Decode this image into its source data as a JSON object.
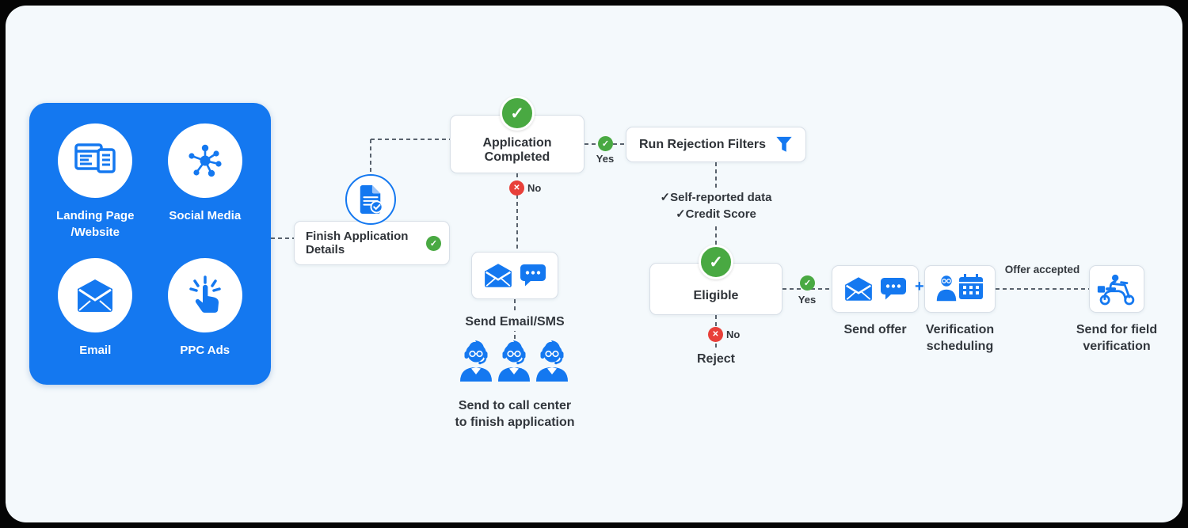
{
  "colors": {
    "blue": "#1478F0",
    "green": "#49A942",
    "red": "#E8403A",
    "background": "#F4F9FC"
  },
  "icons": {
    "check_glyph": "✓",
    "cross_glyph": "✕",
    "plus_glyph": "+"
  },
  "branch": {
    "yes": "Yes",
    "no": "No"
  },
  "sources_panel": {
    "items": [
      {
        "id": "landing-page",
        "label": "Landing Page\n/Website",
        "icon": "browser-icon"
      },
      {
        "id": "social-media",
        "label": "Social Media",
        "icon": "share-network-icon"
      },
      {
        "id": "email",
        "label": "Email",
        "icon": "envelope-icon"
      },
      {
        "id": "ppc-ads",
        "label": "PPC Ads",
        "icon": "tap-click-icon"
      }
    ]
  },
  "nodes": {
    "finish_application": {
      "label": "Finish Application Details"
    },
    "application_completed": {
      "label": "Application\nCompleted"
    },
    "run_rejection_filters": {
      "label": "Run Rejection Filters"
    },
    "send_email_sms": {
      "label": "Send Email/SMS"
    },
    "call_center": {
      "label": "Send to call center\nto finish application"
    },
    "filter_criteria": {
      "label": "✓Self-reported data\n✓Credit Score"
    },
    "eligible": {
      "label": "Eligible"
    },
    "reject": {
      "label": "Reject"
    },
    "send_offer": {
      "label": "Send offer"
    },
    "verification_scheduling": {
      "label": "Verification\nscheduling"
    },
    "offer_accepted": {
      "label": "Offer accepted"
    },
    "field_verification": {
      "label": "Send for field\nverification"
    }
  }
}
